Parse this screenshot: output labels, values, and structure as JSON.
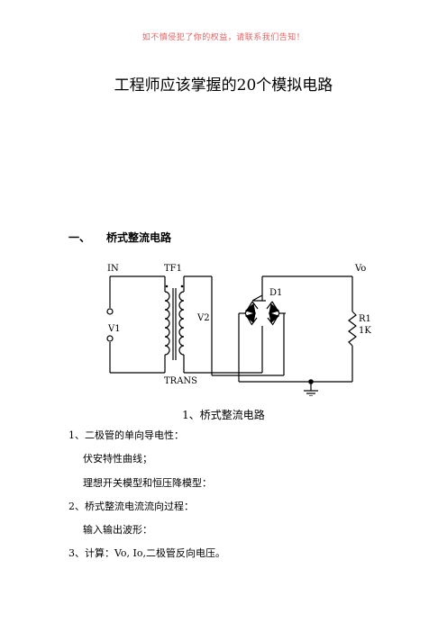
{
  "header": {
    "disclaimer": "如不慎侵犯了你的权益，请联系我们告知！"
  },
  "document": {
    "title": "工程师应该掌握的20个模拟电路"
  },
  "section1": {
    "number": "一、",
    "heading": "桥式整流电路",
    "figure": {
      "labels": {
        "in": "IN",
        "tf1": "TF1",
        "vo": "Vo",
        "d1": "D1",
        "v1": "V1",
        "v2": "V2",
        "r1": "R1",
        "r1_value": "1K",
        "trans": "TRANS"
      },
      "caption": "1、桥式整流电路"
    },
    "items": [
      {
        "text": "1、二极管的单向导电性：",
        "subs": [
          "伏安特性曲线；",
          "理想开关模型和恒压降模型："
        ]
      },
      {
        "text": "2、桥式整流电流流向过程：",
        "subs": [
          "输入输出波形："
        ]
      },
      {
        "text": "3、计算：Vo, Io,二极管反向电压。",
        "subs": []
      }
    ]
  }
}
